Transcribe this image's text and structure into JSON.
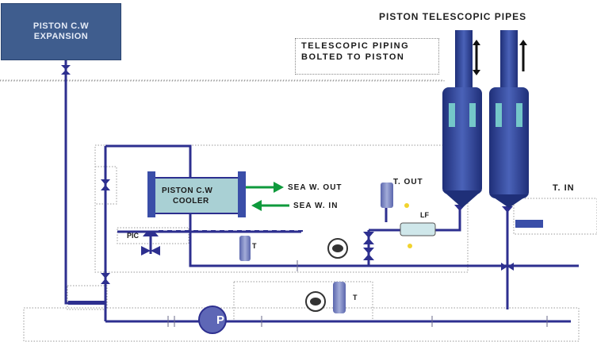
{
  "expansion_tank": {
    "line1": "Piston C.W",
    "line2": "Expansion"
  },
  "pipes_header": "Piston telescopic pipes",
  "telescopic_note": {
    "line1": "Telescopic piping",
    "line2": "bolted to piston"
  },
  "cooler": {
    "line1": "Piston C.W",
    "line2": "Cooler"
  },
  "sea_water": {
    "out": "Sea W. out",
    "in": "Sea W. in"
  },
  "temperature": {
    "out": "T. out",
    "in": "T. in",
    "out_sub": "T",
    "in_sub": "T"
  },
  "flow_indicator": "LF",
  "pic": "PIC",
  "pump": "P",
  "colors": {
    "pipe": "#2d2f8f",
    "tank": "#3f5d8e",
    "cooler": "#a9d0d4",
    "arrow": "#0f9a3c",
    "piston": "#2b3f8f",
    "sensor": "#7a86c6"
  }
}
